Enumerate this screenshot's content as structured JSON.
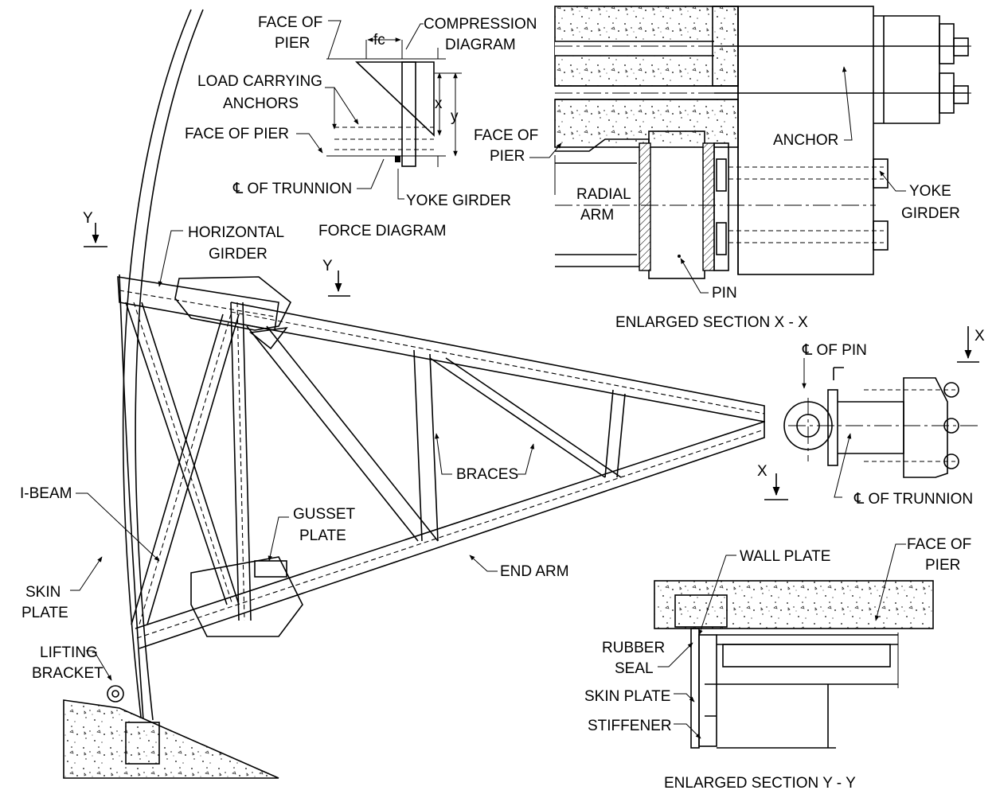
{
  "labels": {
    "face_of_pier_top": [
      "FACE OF",
      "PIER"
    ],
    "fc": "fc",
    "compression_diagram": [
      "COMPRESSION",
      "DIAGRAM"
    ],
    "load_carrying_anchors": [
      "LOAD CARRYING",
      "ANCHORS"
    ],
    "x": "x",
    "y": "y",
    "face_of_pier_mid": "FACE OF PIER",
    "cl_of_trunnion_force": "℄ OF TRUNNION",
    "yoke_girder_force": "YOKE GIRDER",
    "force_diagram": "FORCE DIAGRAM",
    "face_of_pier_section": [
      "FACE OF",
      "PIER"
    ],
    "radial_arm": [
      "RADIAL",
      "ARM"
    ],
    "anchor": "ANCHOR",
    "yoke_girder_section": [
      "YOKE",
      "GIRDER"
    ],
    "pin": "PIN",
    "enlarged_section_x": "ENLARGED SECTION   X - X",
    "y_marker": "Y",
    "horizontal_girder": [
      "HORIZONTAL",
      "GIRDER"
    ],
    "cl_of_pin": "℄ OF PIN",
    "x_marker": "X",
    "braces": "BRACES",
    "i_beam": "I-BEAM",
    "gusset_plate": [
      "GUSSET",
      "PLATE"
    ],
    "cl_of_trunnion_main": "℄ OF TRUNNION",
    "end_arm": "END ARM",
    "skin_plate_main": [
      "SKIN",
      "PLATE"
    ],
    "lifting_bracket": [
      "LIFTING",
      "BRACKET"
    ],
    "wall_plate": "WALL PLATE",
    "face_of_pier_yy": [
      "FACE OF",
      "PIER"
    ],
    "rubber_seal": [
      "RUBBER",
      "SEAL"
    ],
    "skin_plate_yy": "SKIN PLATE",
    "stiffener": "STIFFENER",
    "enlarged_section_y": "ENLARGED SECTION   Y - Y"
  }
}
